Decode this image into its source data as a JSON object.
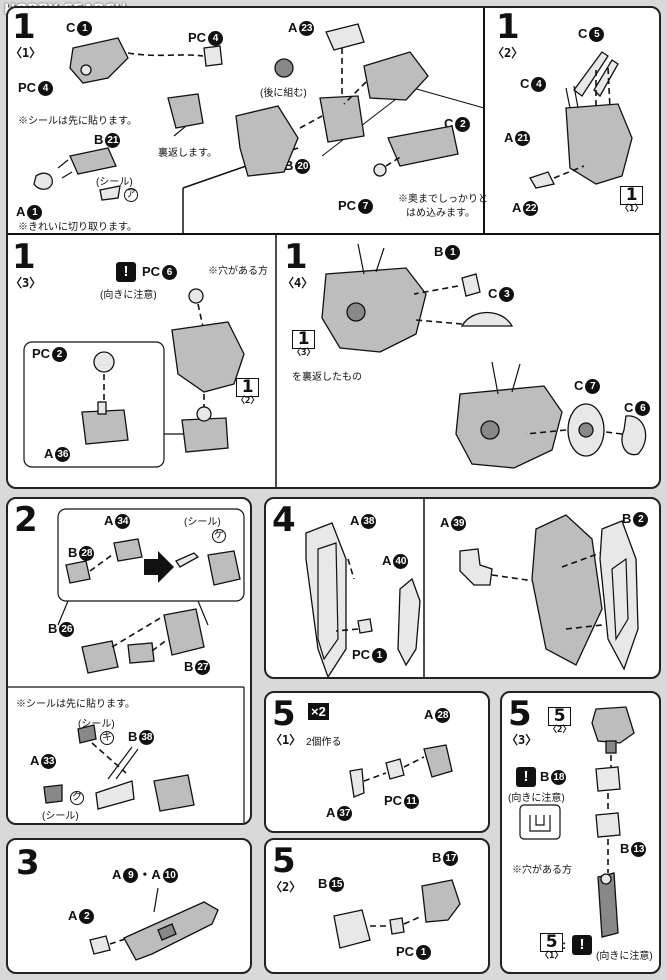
{
  "header": {
    "site": "HOBBY SEARCH"
  },
  "step1": {
    "sub1": {
      "step": "1",
      "sub": "〈1〉",
      "c1": "C",
      "c1n": "1",
      "pc4a": "PC",
      "pc4an": "4",
      "pc4b": "PC",
      "pc4bn": "4",
      "note_seal_first": "※シールは先に貼ります。",
      "b21": "B",
      "b21n": "21",
      "flip_note": "裏返します。",
      "seal": "(シール)",
      "seal_code": "ア",
      "a1": "A",
      "a1n": "1",
      "cut_note": "※きれいに切り取ります。",
      "a23": "A",
      "a23n": "23",
      "back_note": "(後に組む)",
      "b20": "B",
      "b20n": "20",
      "c2": "C",
      "c2n": "2",
      "pc7": "PC",
      "pc7n": "7",
      "insert_note_1": "※奥までしっかりと",
      "insert_note_2": "はめ込みます。"
    },
    "sub2": {
      "step": "1",
      "sub": "〈2〉",
      "c5": "C",
      "c5n": "5",
      "c4": "C",
      "c4n": "4",
      "a21": "A",
      "a21n": "21",
      "a22": "A",
      "a22n": "22",
      "ref_big": "1",
      "ref_small": "〈1〉"
    },
    "sub3": {
      "step": "1",
      "sub": "〈3〉",
      "warn": "!",
      "orient": "(向きに注意)",
      "pc6": "PC",
      "pc6n": "6",
      "hole_note": "※穴がある方",
      "pc2": "PC",
      "pc2n": "2",
      "a36": "A",
      "a36n": "36",
      "ref_big": "1",
      "ref_small": "〈2〉"
    },
    "sub4": {
      "step": "1",
      "sub": "〈4〉",
      "b1": "B",
      "b1n": "1",
      "c3": "C",
      "c3n": "3",
      "ref_big": "1",
      "ref_small": "〈3〉",
      "flip_note": "を裏返したもの",
      "c7": "C",
      "c7n": "7",
      "c6": "C",
      "c6n": "6"
    }
  },
  "step2": {
    "step": "2",
    "a34": "A",
    "a34n": "34",
    "seal": "(シール)",
    "seal_code_ke": "ケ",
    "b28": "B",
    "b28n": "28",
    "b26": "B",
    "b26n": "26",
    "b27": "B",
    "b27n": "27",
    "note_seal_first": "※シールは先に貼ります。",
    "seal2": "(シール)",
    "seal_code_ki": "キ",
    "b38": "B",
    "b38n": "38",
    "a33": "A",
    "a33n": "33",
    "seal3": "(シール)",
    "seal_code_ku": "ク"
  },
  "step3": {
    "step": "3",
    "a9a10": "A",
    "a9n": "9",
    "dot": "・A",
    "a10n": "10",
    "a2": "A",
    "a2n": "2"
  },
  "step4": {
    "step": "4",
    "a38": "A",
    "a38n": "38",
    "a40": "A",
    "a40n": "40",
    "pc1": "PC",
    "pc1n": "1",
    "a39": "A",
    "a39n": "39",
    "b2": "B",
    "b2n": "2"
  },
  "step5": {
    "sub1": {
      "step": "5",
      "sub": "〈1〉",
      "times": "×2",
      "make2": "2個作る",
      "a28": "A",
      "a28n": "28",
      "a37": "A",
      "a37n": "37",
      "pc11": "PC",
      "pc11n": "11"
    },
    "sub2": {
      "step": "5",
      "sub": "〈2〉",
      "b17": "B",
      "b17n": "17",
      "b15": "B",
      "b15n": "15",
      "pc1": "PC",
      "pc1n": "1"
    },
    "sub3": {
      "step": "5",
      "sub": "〈3〉",
      "ref_big": "5",
      "ref_small": "〈2〉",
      "warn": "!",
      "b18": "B",
      "b18n": "18",
      "orient": "(向きに注意)",
      "b13": "B",
      "b13n": "13",
      "hole_note": "※穴がある方",
      "ref2_big": "5",
      "ref2_small": "〈1〉",
      "colon": ":",
      "warn2": "!",
      "orient2": "(向きに注意)"
    }
  }
}
